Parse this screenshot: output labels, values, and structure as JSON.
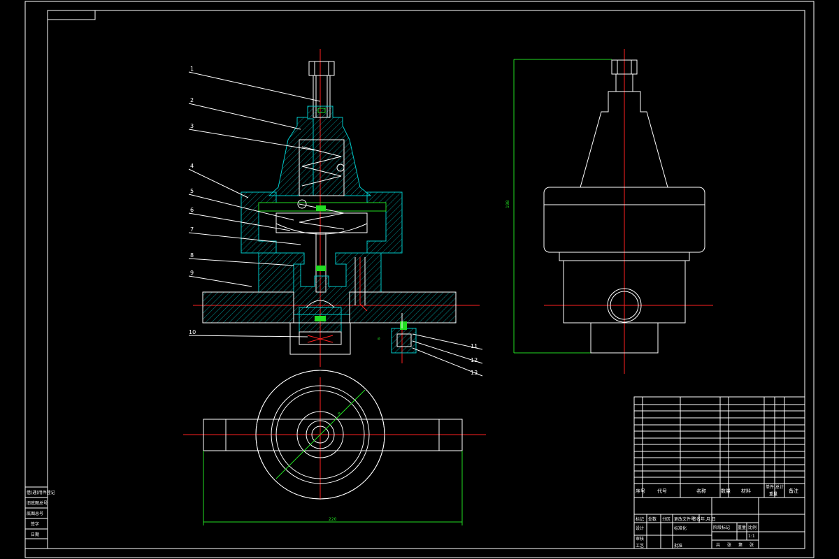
{
  "drawing": {
    "part_labels": [
      "1",
      "2",
      "3",
      "4",
      "5",
      "6",
      "7",
      "8",
      "9",
      "10",
      "11",
      "12",
      "13"
    ],
    "dimensions": {
      "overall_width": "220",
      "side_height": "198"
    },
    "title_block": {
      "header": {
        "seq": "序号",
        "code": "代号",
        "name": "名称",
        "qty": "数量",
        "material": "材料",
        "single_weight": "单件",
        "total_weight": "总计",
        "weight": "重量",
        "remark": "备注"
      },
      "change_row": [
        "标记",
        "处数",
        "分区",
        "更改文件号",
        "签名",
        "年.月.日"
      ],
      "design_row": [
        "设计",
        "标准化"
      ],
      "review_row": [
        "审核"
      ],
      "process_row": [
        "工艺",
        "批准"
      ],
      "stage_row": [
        "阶段标记",
        "重量",
        "比例"
      ],
      "scale": "1:1",
      "sheet_row": [
        "共",
        "张",
        "第",
        "张"
      ]
    },
    "left_strip": [
      "借(通)用件登记",
      "旧底图总号",
      "底图总号",
      "签字",
      "日期"
    ]
  }
}
